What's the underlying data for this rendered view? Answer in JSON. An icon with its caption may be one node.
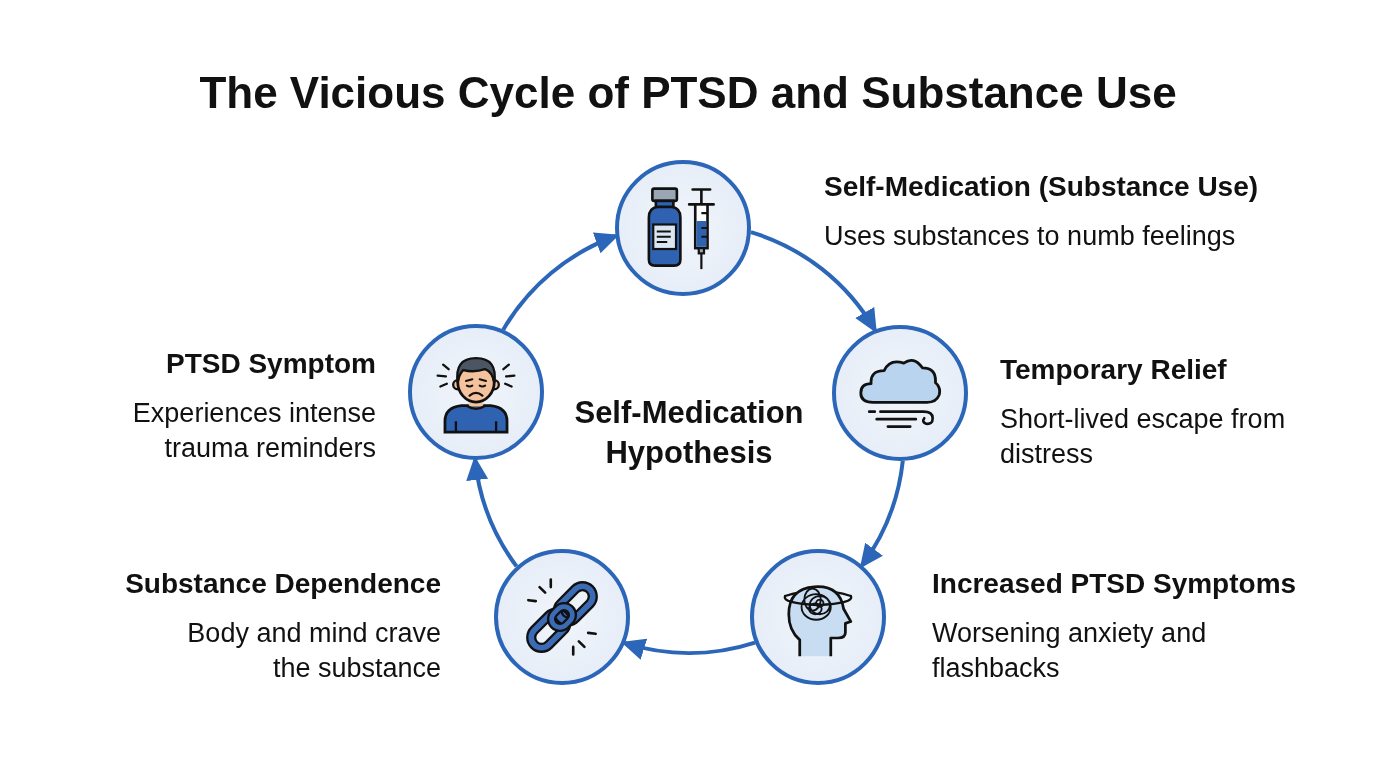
{
  "diagram": {
    "title": "The Vicious Cycle of PTSD and Substance Use",
    "nodes": [
      {
        "text": [
          "Self-Medication (Substance Use)",
          "Uses substances to numb feelings"
        ]
      },
      {
        "text": [
          "PTSD Symptom",
          "Experiences intense trauma reminders"
        ]
      },
      {
        "text": [
          "Temporary Relief",
          "Short-lived escape from distress"
        ]
      },
      {
        "text": [
          "Substance Dependence",
          "Body and mind crave the substance"
        ]
      },
      {
        "text": [
          "Increased PTSD Symptoms",
          "Worsening anxiety and flashbacks"
        ]
      }
    ],
    "edges": [
      {
        "from": 1,
        "to": 0,
        "arrow": "to"
      },
      {
        "from": 0,
        "to": 2,
        "arrow": "to"
      },
      {
        "from": 2,
        "to": 4,
        "arrow": "to"
      },
      {
        "from": 4,
        "to": 3,
        "arrow": "to"
      },
      {
        "from": 3,
        "to": 1,
        "arrow": "to"
      }
    ],
    "labels": [
      "Self-Medication Hypothesis"
    ]
  }
}
